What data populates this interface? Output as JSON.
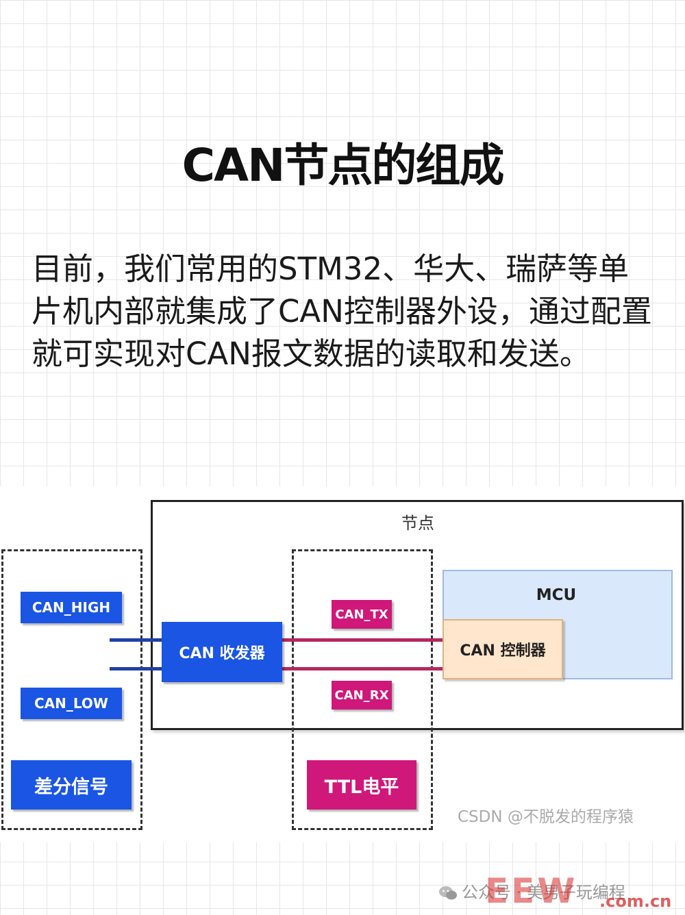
{
  "title": "CAN节点的组成",
  "intro": "目前，我们常用的STM32、华大、瑞萨等单片机内部就集成了CAN控制器外设，通过配置就可实现对CAN报文数据的读取和发送。",
  "diagram": {
    "node_label": "节点",
    "mcu_label": "MCU",
    "controller_label": "CAN 控制器",
    "transceiver_label": "CAN 收发器",
    "can_high": "CAN_HIGH",
    "can_low": "CAN_LOW",
    "can_tx": "CAN_TX",
    "can_rx": "CAN_RX",
    "differential_label": "差分信号",
    "ttl_label": "TTL电平",
    "watermark": "CSDN @不脱发的程序猿"
  },
  "footer": {
    "account": "公众号 · 美男子玩编程",
    "logo_text": "EEW",
    "logo_domain": ".com.cn"
  },
  "colors": {
    "transceiver_blue": "#1a55e3",
    "ttl_pink": "#d0177a",
    "mcu_fill": "#dae8fc",
    "controller_fill": "#ffe6cc",
    "bus_line": "#1f3fa8",
    "ttl_line": "#b5285e"
  }
}
